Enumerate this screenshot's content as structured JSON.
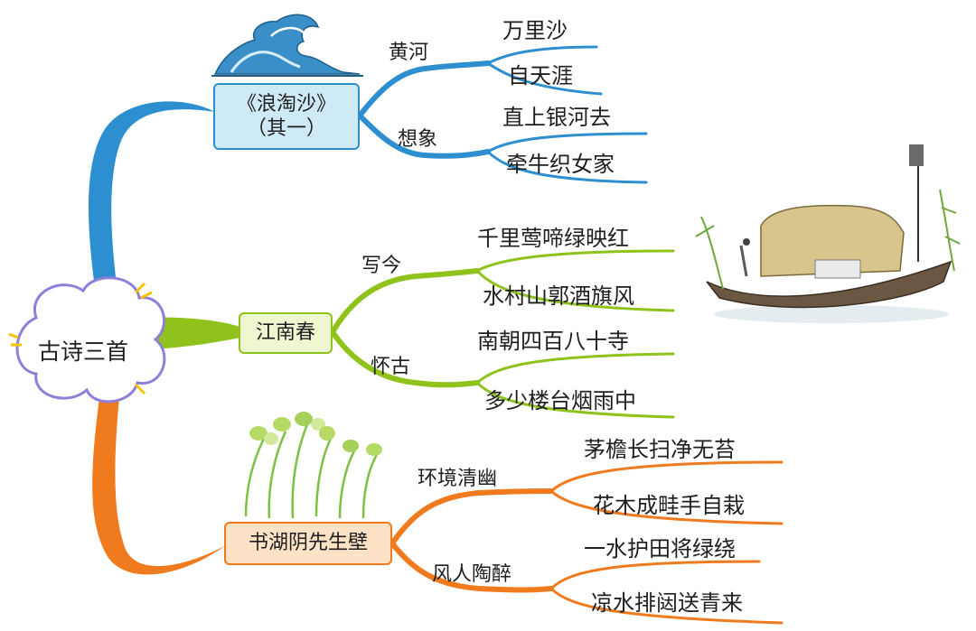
{
  "root": {
    "label": "古诗三首"
  },
  "poems": [
    {
      "title_line1": "《浪淘沙》",
      "title_line2": "（其一）",
      "color": "#2d8fcf",
      "sections": [
        {
          "label": "黄河",
          "lines": [
            "万里沙",
            "自天涯"
          ]
        },
        {
          "label": "想象",
          "lines": [
            "直上银河去",
            "牵牛织女家"
          ]
        }
      ]
    },
    {
      "title": "江南春",
      "color": "#8fc21a",
      "sections": [
        {
          "label": "写今",
          "lines": [
            "千里莺啼绿映红",
            "水村山郭酒旗风"
          ]
        },
        {
          "label": "怀古",
          "lines": [
            "南朝四百八十寺",
            "多少楼台烟雨中"
          ]
        }
      ]
    },
    {
      "title": "书湖阴先生壁",
      "color": "#f07b1e",
      "sections": [
        {
          "label": "环境清幽",
          "lines": [
            "茅檐长扫净无苔",
            "花木成畦手自栽"
          ]
        },
        {
          "label": "风人陶醉",
          "lines": [
            "一水护田将绿绕",
            "凉水排闼送青来"
          ]
        }
      ]
    }
  ],
  "illustrations": [
    "wave-illustration",
    "boat-illustration",
    "sprouts-illustration"
  ]
}
